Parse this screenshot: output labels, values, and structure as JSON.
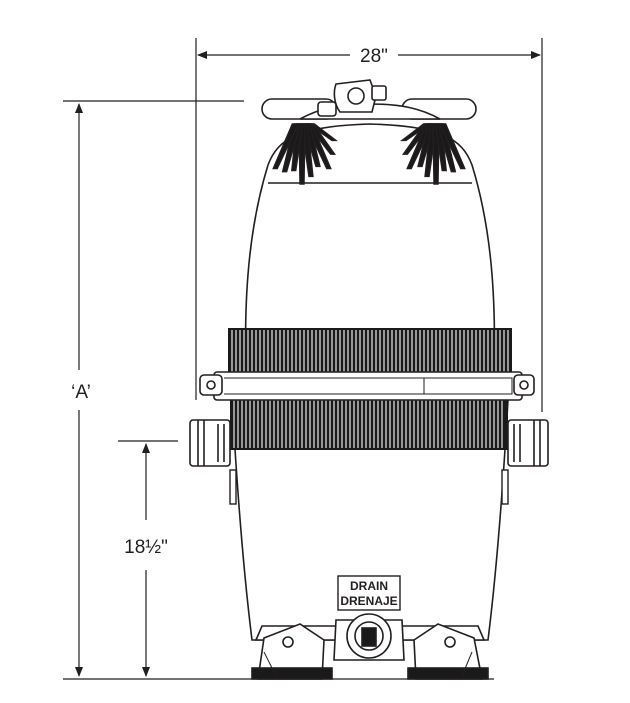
{
  "dimensions": {
    "width_label": "28\"",
    "height_label": "‘A’",
    "port_height_label": "18½\""
  },
  "drain_label": {
    "line1": "DRAIN",
    "line2": "DRENAJE"
  },
  "colors": {
    "ink": "#231f20",
    "body_fill": "#ffffff",
    "ribs": "#1a1a1a"
  }
}
